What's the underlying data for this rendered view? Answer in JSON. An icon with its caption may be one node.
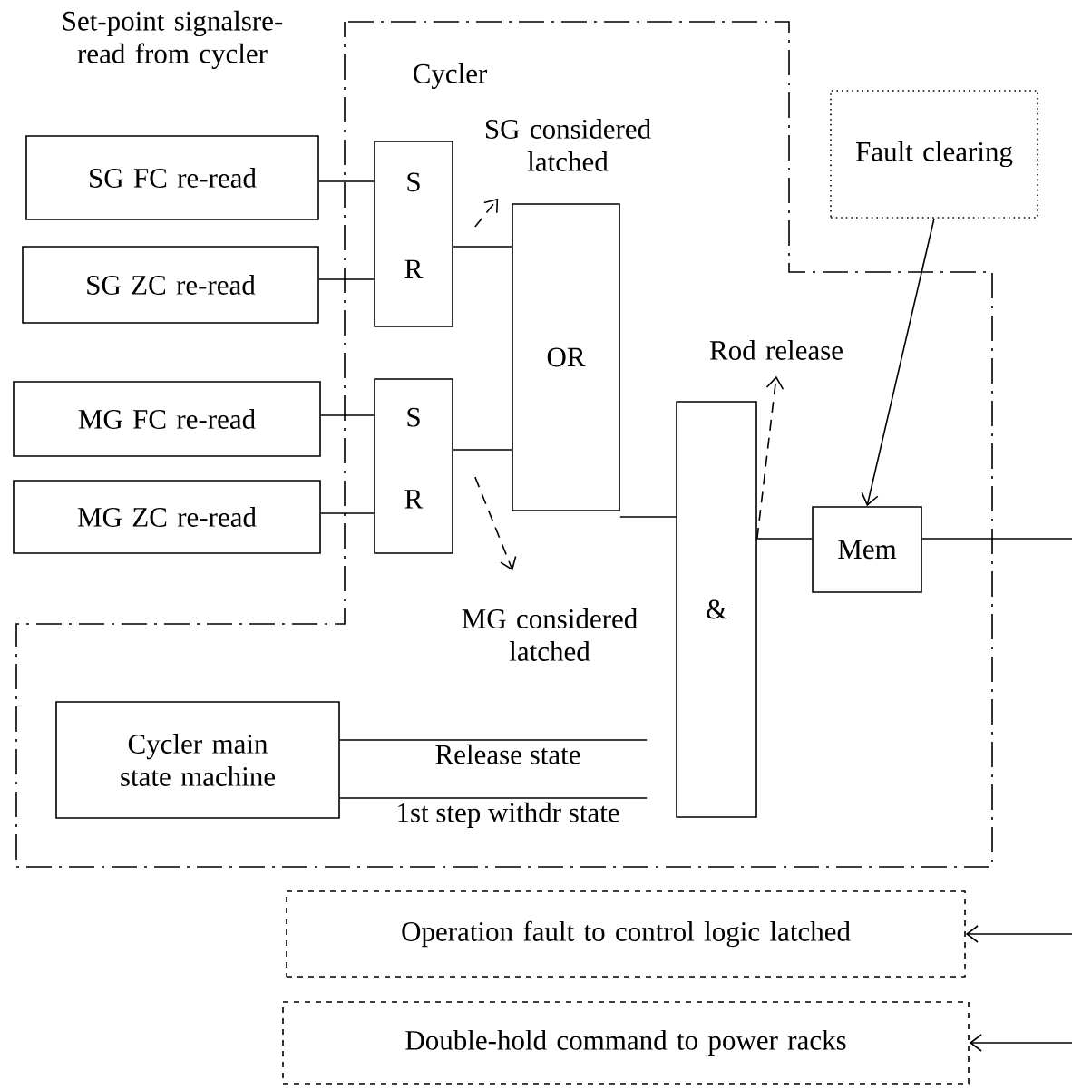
{
  "diagram": {
    "nodes": [
      {
        "text": [
          "SG FC re-read"
        ]
      },
      {
        "text": [
          "SG ZC re-read"
        ]
      },
      {
        "text": [
          "MG FC re-read"
        ]
      },
      {
        "text": [
          "MG ZC re-read"
        ]
      },
      {
        "text": [
          "S",
          "R"
        ]
      },
      {
        "text": [
          "S",
          "R"
        ]
      },
      {
        "text": [
          "OR"
        ]
      },
      {
        "text": [
          "&"
        ]
      },
      {
        "text": [
          "Mem"
        ]
      },
      {
        "text": [
          "Fault clearing"
        ]
      },
      {
        "text": [
          "Cycler main state machine"
        ]
      },
      {
        "text": [
          "Operation fault to control logic latched"
        ]
      },
      {
        "text": [
          "Double-hold command to power racks"
        ]
      },
      {
        "text": [
          "SG considered latched"
        ]
      },
      {
        "text": [
          "MG considered latched"
        ]
      },
      {
        "text": [
          "Rod release"
        ]
      }
    ],
    "edges": [
      {
        "from": 0,
        "to": 4,
        "arrow": "none"
      },
      {
        "from": 1,
        "to": 4,
        "arrow": "none"
      },
      {
        "from": 2,
        "to": 5,
        "arrow": "none"
      },
      {
        "from": 3,
        "to": 5,
        "arrow": "none"
      },
      {
        "from": 4,
        "to": 6,
        "arrow": "none"
      },
      {
        "from": 5,
        "to": 6,
        "arrow": "none"
      },
      {
        "from": 6,
        "to": 7,
        "arrow": "none"
      },
      {
        "from": 10,
        "to": 7,
        "arrow": "none",
        "label": "Release state"
      },
      {
        "from": 10,
        "to": 7,
        "arrow": "none",
        "label": "1st step withdr state"
      },
      {
        "from": 7,
        "to": 8,
        "arrow": "none"
      },
      {
        "from": 9,
        "to": 8,
        "arrow": "to"
      },
      {
        "from": 8,
        "to": null,
        "arrow": "none"
      },
      {
        "from": null,
        "to": 11,
        "arrow": "to"
      },
      {
        "from": null,
        "to": 12,
        "arrow": "to"
      },
      {
        "from": 4,
        "to": 13,
        "arrow": "to",
        "style": "dashed"
      },
      {
        "from": 5,
        "to": 14,
        "arrow": "to",
        "style": "dashed"
      },
      {
        "from": 7,
        "to": 15,
        "arrow": "to",
        "style": "dashed"
      }
    ],
    "labels": [
      "Set-point signalsre- read from cycler",
      "Cycler"
    ]
  }
}
